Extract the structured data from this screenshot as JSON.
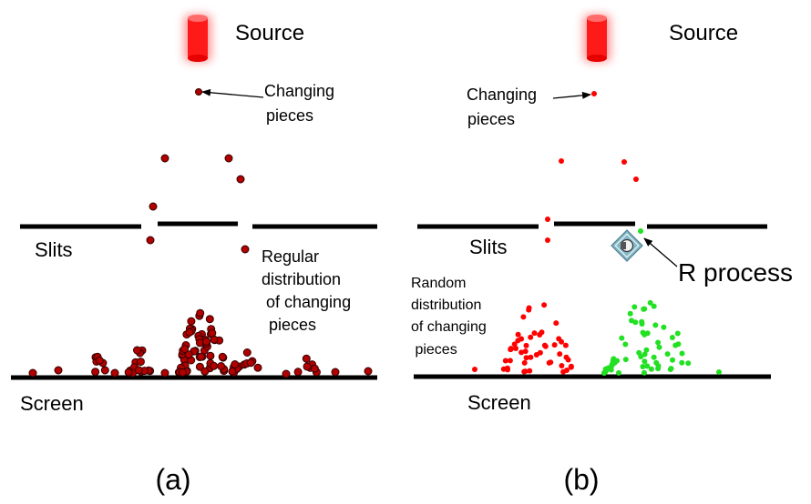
{
  "panel_a": {
    "source_label": "Source",
    "pieces_label": [
      "Changing",
      "pieces"
    ],
    "slits_label": "Slits",
    "distribution_label": [
      "Regular",
      "distribution",
      " of changing",
      "pieces"
    ],
    "screen_label": "Screen",
    "caption": "(a)"
  },
  "panel_b": {
    "source_label": "Source",
    "pieces_label": [
      "Changing",
      "pieces"
    ],
    "slits_label": "Slits",
    "process_label": "R process",
    "distribution_label": [
      "Random",
      "distribution",
      "of changing",
      " pieces"
    ],
    "screen_label": "Screen",
    "caption": "(b)"
  },
  "colors": {
    "source": "#ff2020",
    "piece_dark": "#b00000",
    "piece_red": "#ff0000",
    "piece_green": "#22e022",
    "barrier": "#000000",
    "r_process_box": "#86b8c8"
  },
  "icons": {
    "source": "red-cylinder-source-icon",
    "r_process": "r-process-switch-icon"
  }
}
